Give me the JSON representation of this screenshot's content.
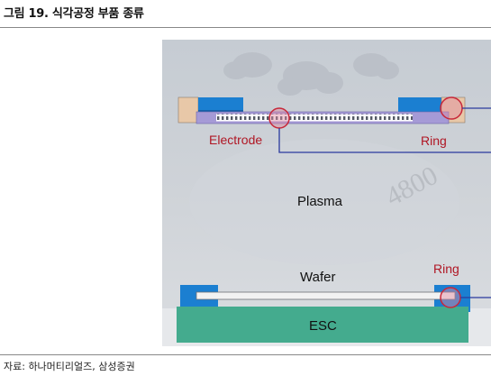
{
  "figure": {
    "title": "그림 19. 식각공정 부품 종류",
    "source": "자료: 하나머티리얼즈, 삼성증권"
  },
  "diagram": {
    "labels": {
      "electrode": "Electrode",
      "ring_top": "Ring",
      "plasma": "Plasma",
      "wafer": "Wafer",
      "ring_bottom": "Ring",
      "esc": "ESC"
    },
    "watermark": "4800",
    "colors": {
      "background": "#c9ced4",
      "electrode_plate": "#a59ad6",
      "blue_part": "#1b7fd1",
      "tan_part": "#e8c8a8",
      "esc": "#44ab8e",
      "highlight": "#c8283a",
      "callout_line": "#2a3a9e",
      "label_red": "#b01624"
    }
  }
}
